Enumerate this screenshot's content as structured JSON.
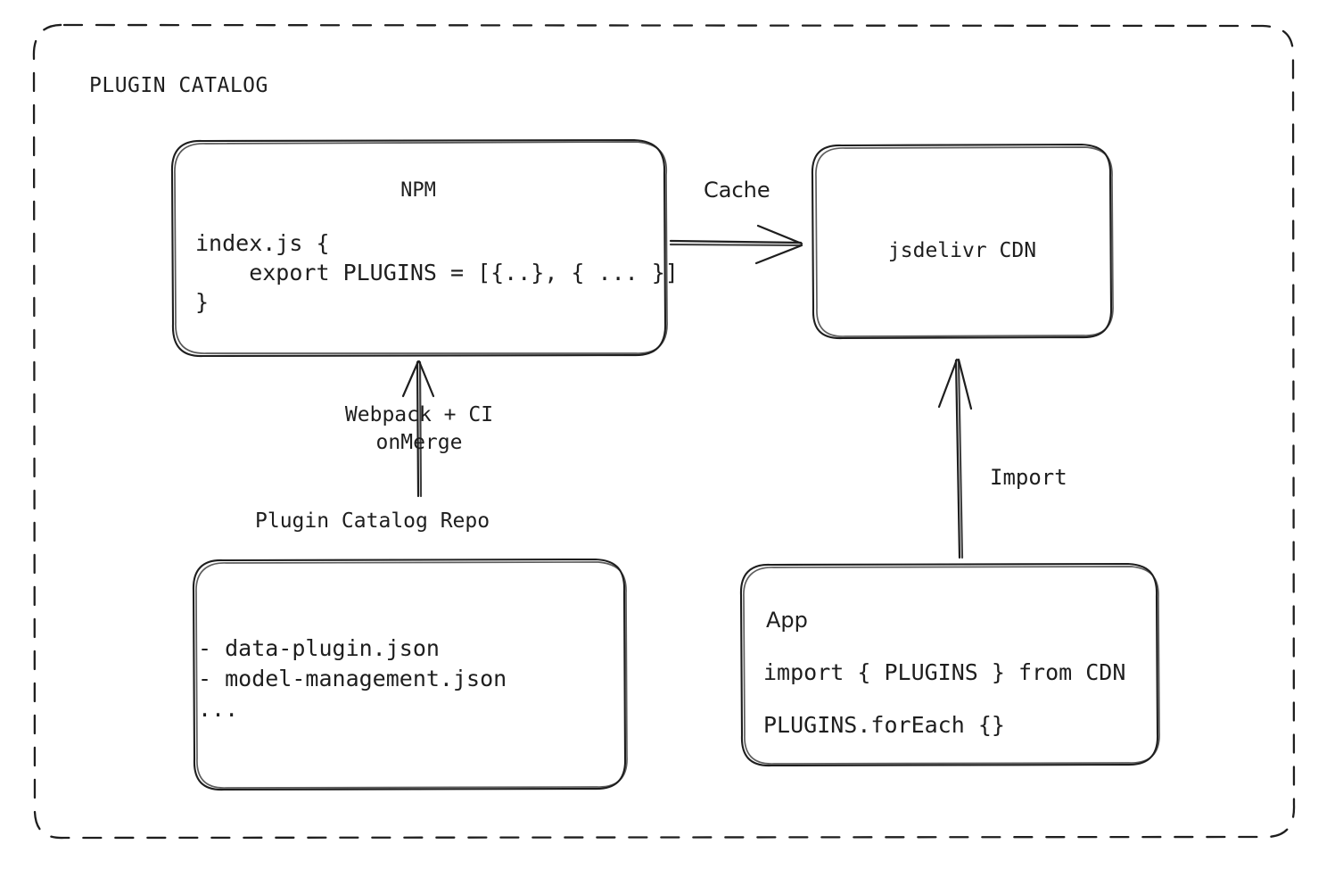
{
  "diagram": {
    "title": "PLUGIN CATALOG",
    "background": "#ffffff",
    "stroke_color": "#1e1e1e",
    "boundary": {
      "name": "plugin-catalog-boundary",
      "style": "dashed-rounded-rectangle"
    },
    "nodes": {
      "npm": {
        "label": "NPM",
        "code_line_1": "index.js {",
        "code_line_2": "    export PLUGINS = [{..}, { ... }]",
        "code_line_3": "}"
      },
      "cdn": {
        "label": "jsdelivr CDN"
      },
      "repo": {
        "caption": "Plugin Catalog Repo",
        "file_1": "- data-plugin.json",
        "file_2": "- model-management.json",
        "file_3": "..."
      },
      "app": {
        "label": "App",
        "code_line_1": "import { PLUGINS } from CDN",
        "code_line_2": "PLUGINS.forEach {}"
      }
    },
    "edges": {
      "npm_to_cdn": {
        "label": "Cache",
        "from": "NPM",
        "to": "jsdelivr CDN",
        "direction": "right"
      },
      "repo_to_npm": {
        "label_line_1": "Webpack + CI",
        "label_line_2": "onMerge",
        "from": "Plugin Catalog Repo",
        "to": "NPM",
        "direction": "up"
      },
      "app_to_cdn": {
        "label": "Import",
        "from": "App",
        "to": "jsdelivr CDN",
        "direction": "up"
      }
    }
  }
}
